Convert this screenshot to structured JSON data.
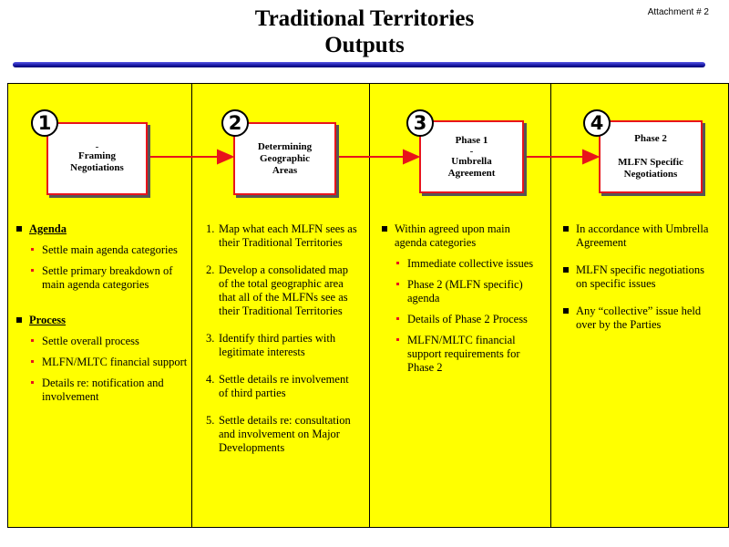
{
  "header": {
    "title_line1": "Traditional Territories",
    "title_line2": "Outputs",
    "attachment": "Attachment # 2"
  },
  "steps": [
    {
      "number": "1",
      "lines": [
        "-",
        "Framing",
        "Negotiations"
      ]
    },
    {
      "number": "2",
      "lines": [
        "Determining",
        "Geographic",
        "Areas"
      ]
    },
    {
      "number": "3",
      "lines": [
        "Phase 1",
        "-",
        "Umbrella",
        "Agreement"
      ]
    },
    {
      "number": "4",
      "lines": [
        "Phase 2",
        "",
        "MLFN Specific",
        "Negotiations"
      ]
    }
  ],
  "columns": {
    "col1": {
      "agenda_heading": "Agenda",
      "agenda_items": [
        "Settle main agenda categories",
        "Settle primary breakdown of main agenda categories"
      ],
      "process_heading": "Process",
      "process_items": [
        "Settle overall process",
        "MLFN/MLTC financial support",
        "Details re: notification and involvement"
      ]
    },
    "col2": {
      "items": [
        {
          "n": "1.",
          "text": "Map what each MLFN sees as their Traditional Territories"
        },
        {
          "n": "2.",
          "text": "Develop a consolidated map of the total geographic area that all of the MLFNs see as their Traditional Territories"
        },
        {
          "n": "3.",
          "text": "Identify third parties with legitimate interests"
        },
        {
          "n": "4.",
          "text": "Settle details re involvement of third parties"
        },
        {
          "n": "5.",
          "text": "Settle details re: consultation and involvement on Major Developments"
        }
      ]
    },
    "col3": {
      "lead": "Within agreed upon main agenda categories",
      "items": [
        "Immediate collective issues",
        "Phase 2 (MLFN specific) agenda",
        "Details of Phase 2 Process",
        "MLFN/MLTC financial support requirements for Phase 2"
      ]
    },
    "col4": {
      "items": [
        "In accordance with Umbrella Agreement",
        "MLFN specific negotiations on specific issues",
        "Any “collective” issue held over by the Parties"
      ]
    }
  },
  "colors": {
    "panel": "#ffff00",
    "box_border": "#e8141b",
    "arrow": "#e8141b",
    "rule": "#1a1aa8"
  }
}
